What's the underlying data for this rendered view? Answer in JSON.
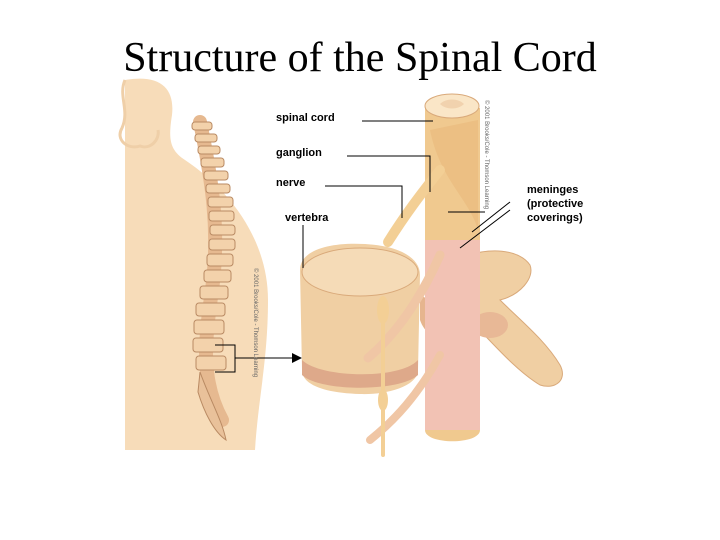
{
  "title": "Structure of the Spinal Cord",
  "labels": {
    "spinal_cord": "spinal cord",
    "ganglion": "ganglion",
    "nerve": "nerve",
    "vertebra": "vertebra",
    "meninges": [
      "meninges",
      "(protective",
      "coverings)"
    ]
  },
  "copyright": "© 2001 Brooks/Cole - Thomson Learning",
  "colors": {
    "skin": "#f7dcb9",
    "bone": "#f0cfa3",
    "bone_shade": "#d9a97a",
    "cord": "#f2c88a",
    "nerve": "#f3cf95"
  }
}
